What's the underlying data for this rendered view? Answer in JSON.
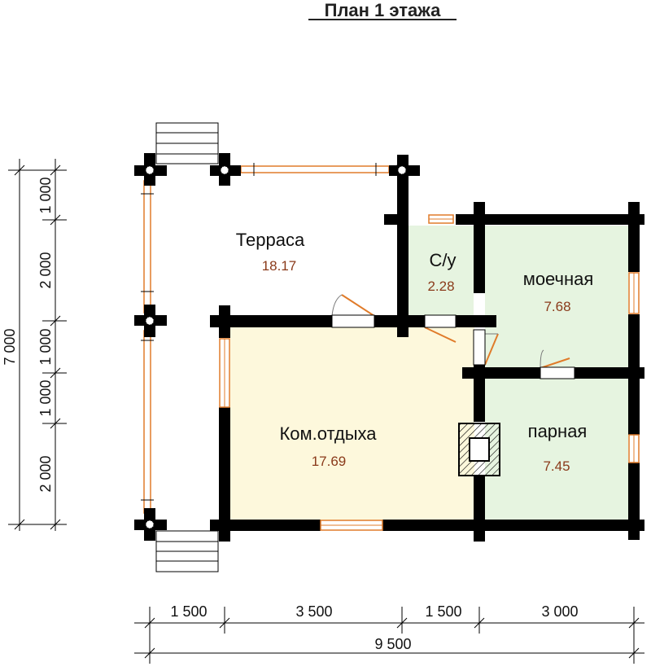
{
  "title": "План 1 этажа",
  "rooms": [
    {
      "name": "Терраса",
      "area": "18.17"
    },
    {
      "name": "С/у",
      "area": "2.28"
    },
    {
      "name": "моечная",
      "area": "7.68"
    },
    {
      "name": "Ком.отдыха",
      "area": "17.69"
    },
    {
      "name": "парная",
      "area": "7.45"
    }
  ],
  "dimensions": {
    "horizontal": [
      "1 500",
      "3 500",
      "1 500",
      "3 000"
    ],
    "horizontal_total": "9 500",
    "vertical": [
      "1 000",
      "2 000",
      "1 000",
      "1 000",
      "2 000"
    ],
    "vertical_total": "7 000"
  },
  "colors": {
    "wall": "#000000",
    "window": "#e07b2a",
    "living_fill": "#fdf8dc",
    "wet_fill": "#e6f4e0"
  }
}
